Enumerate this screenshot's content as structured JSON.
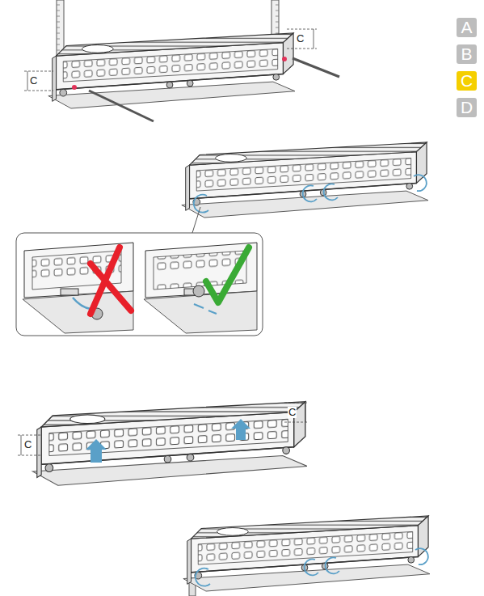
{
  "diagram": {
    "nodes": [
      {
        "text": [
          "A"
        ]
      },
      {
        "text": [
          "B"
        ]
      },
      {
        "text": [
          "C"
        ]
      },
      {
        "text": [
          "D"
        ]
      }
    ],
    "labels": [
      "C",
      "C",
      "C",
      "C"
    ]
  }
}
